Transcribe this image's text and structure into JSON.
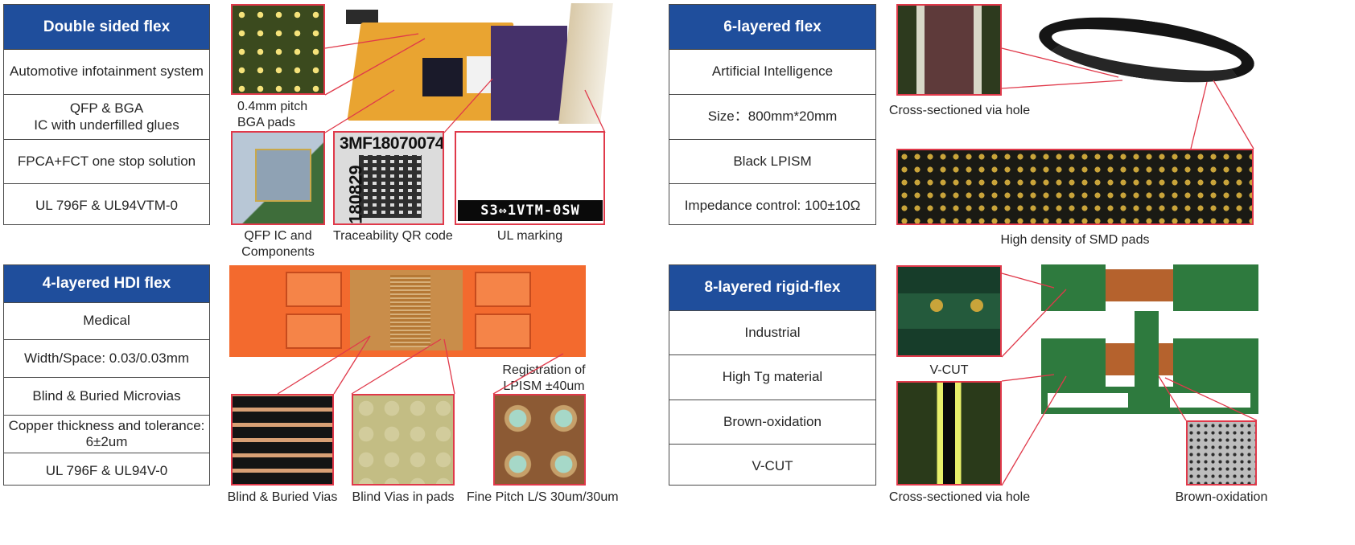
{
  "double_sided": {
    "title": "Double sided flex",
    "rows": [
      "Automotive infotainment system",
      "QFP & BGA\nIC with underfilled glues",
      "FPCA+FCT one stop solution",
      "UL 796F & UL94VTM-0"
    ],
    "captions": {
      "bga": "0.4mm pitch\nBGA pads",
      "qfp": "QFP IC and\nComponents",
      "qr": "Traceability QR code",
      "ul": "UL marking"
    },
    "qr_text": "3MF18070074",
    "qr_vertical": "180829",
    "ul_text": "S3⇔1VTM-0SW"
  },
  "six_layer": {
    "title": "6-layered flex",
    "rows": [
      "Artificial Intelligence",
      "Size：800mm*20mm",
      "Black LPISM",
      "Impedance control: 100±10Ω"
    ],
    "captions": {
      "via": "Cross-sectioned via hole",
      "smd": "High density of SMD pads"
    }
  },
  "four_layer": {
    "title": "4-layered HDI flex",
    "rows": [
      "Medical",
      "Width/Space: 0.03/0.03mm",
      "Blind & Buried Microvias",
      "Copper thickness and tolerance:\n6±2um",
      "UL 796F & UL94V-0"
    ],
    "captions": {
      "registration": "Registration of\nLPISM ±40um",
      "blind_buried": "Blind & Buried Vias",
      "blind_pads": "Blind Vias in pads",
      "fine_pitch": "Fine Pitch L/S 30um/30um"
    }
  },
  "eight_layer": {
    "title": "8-layered rigid-flex",
    "rows": [
      "Industrial",
      "High Tg material",
      "Brown-oxidation",
      "V-CUT"
    ],
    "captions": {
      "vcut": "V-CUT",
      "via": "Cross-sectioned via hole",
      "brown": "Brown-oxidation"
    }
  },
  "colors": {
    "header_blue": "#1f4e9c",
    "callout_red": "#e0394a"
  }
}
